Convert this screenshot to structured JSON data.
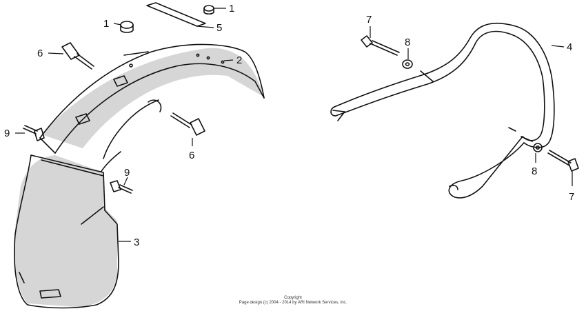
{
  "callouts": {
    "c1a": "1",
    "c1b": "1",
    "c2": "2",
    "c3": "3",
    "c4": "4",
    "c5": "5",
    "c6a": "6",
    "c6b": "6",
    "c7a": "7",
    "c7b": "7",
    "c8a": "8",
    "c8b": "8",
    "c9a": "9",
    "c9b": "9"
  },
  "copyright": {
    "line1": "Copyright",
    "line2": "Page design (c) 2004 - 2014 by ARI Network Services, Inc."
  }
}
